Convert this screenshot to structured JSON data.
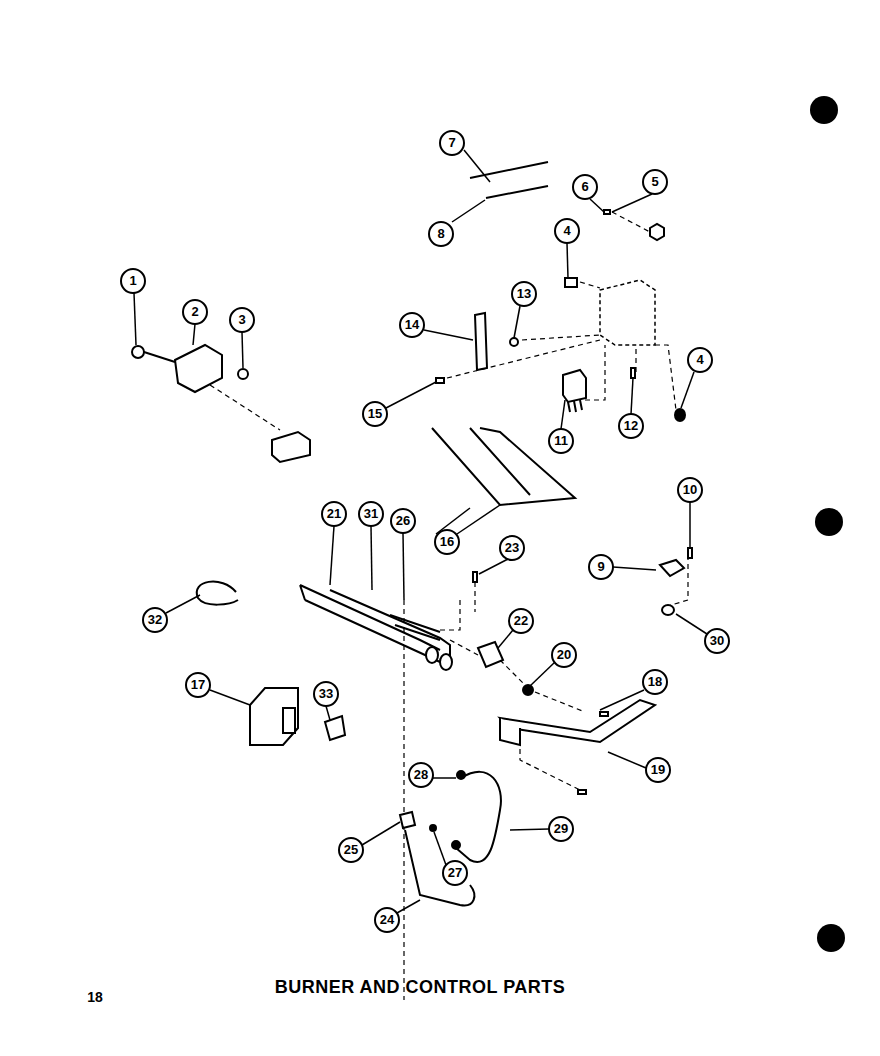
{
  "diagram": {
    "title": "BURNER AND CONTROL PARTS",
    "labels": [
      "7",
      "8",
      "6",
      "5",
      "4",
      "1",
      "2",
      "3",
      "13",
      "14",
      "4",
      "15",
      "12",
      "11",
      "16",
      "10",
      "9",
      "30",
      "21",
      "31",
      "26",
      "23",
      "32",
      "22",
      "20",
      "18",
      "17",
      "33",
      "19",
      "28",
      "29",
      "25",
      "27",
      "24",
      "18"
    ]
  }
}
